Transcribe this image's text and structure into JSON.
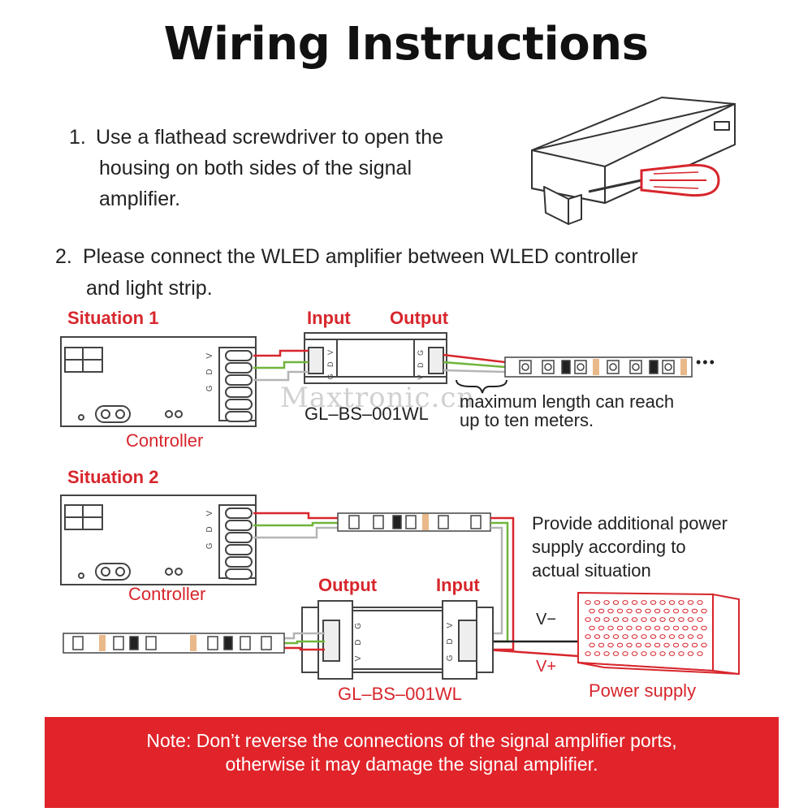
{
  "title": "Wiring Instructions",
  "step1": {
    "number": "1.",
    "line1": "Use a flathead screwdriver to open the",
    "line2": "housing on both sides of the signal",
    "line3": "amplifier."
  },
  "step2": {
    "number": "2.",
    "line1": "Please connect the WLED amplifier between WLED controller",
    "line2": "and light strip."
  },
  "situation1": {
    "label": "Situation 1",
    "input_label": "Input",
    "output_label": "Output",
    "controller_label": "Controller",
    "amp_model": "GL–BS–001WL",
    "max_length_line1": "maximum length can reach",
    "max_length_line2": "up to ten meters.",
    "ellipsis": "•••",
    "pins_controller": "G D V",
    "pins_in": "G D V",
    "pins_out": "V D G"
  },
  "situation2": {
    "label": "Situation 2",
    "output_label": "Output",
    "input_label": "Input",
    "controller_label": "Controller",
    "amp_model": "GL–BS–001WL",
    "power_note_line1": "Provide additional power",
    "power_note_line2": "supply according to",
    "power_note_line3": "actual situation",
    "v_minus": "V−",
    "v_plus": "V+",
    "power_supply_label": "Power supply",
    "pins_controller": "G D V",
    "pins_out": "V D G",
    "pins_in": "G D V"
  },
  "note": {
    "line1": "Note: Don’t reverse the connections of the signal amplifier ports,",
    "line2": "otherwise it may damage the signal amplifier."
  },
  "watermark": "Maxtronic.cn",
  "colors": {
    "accent_red": "#d7262c",
    "wire_green": "#6fb53a",
    "wire_gray": "#b5b5b5",
    "note_bg": "#e0242a"
  }
}
